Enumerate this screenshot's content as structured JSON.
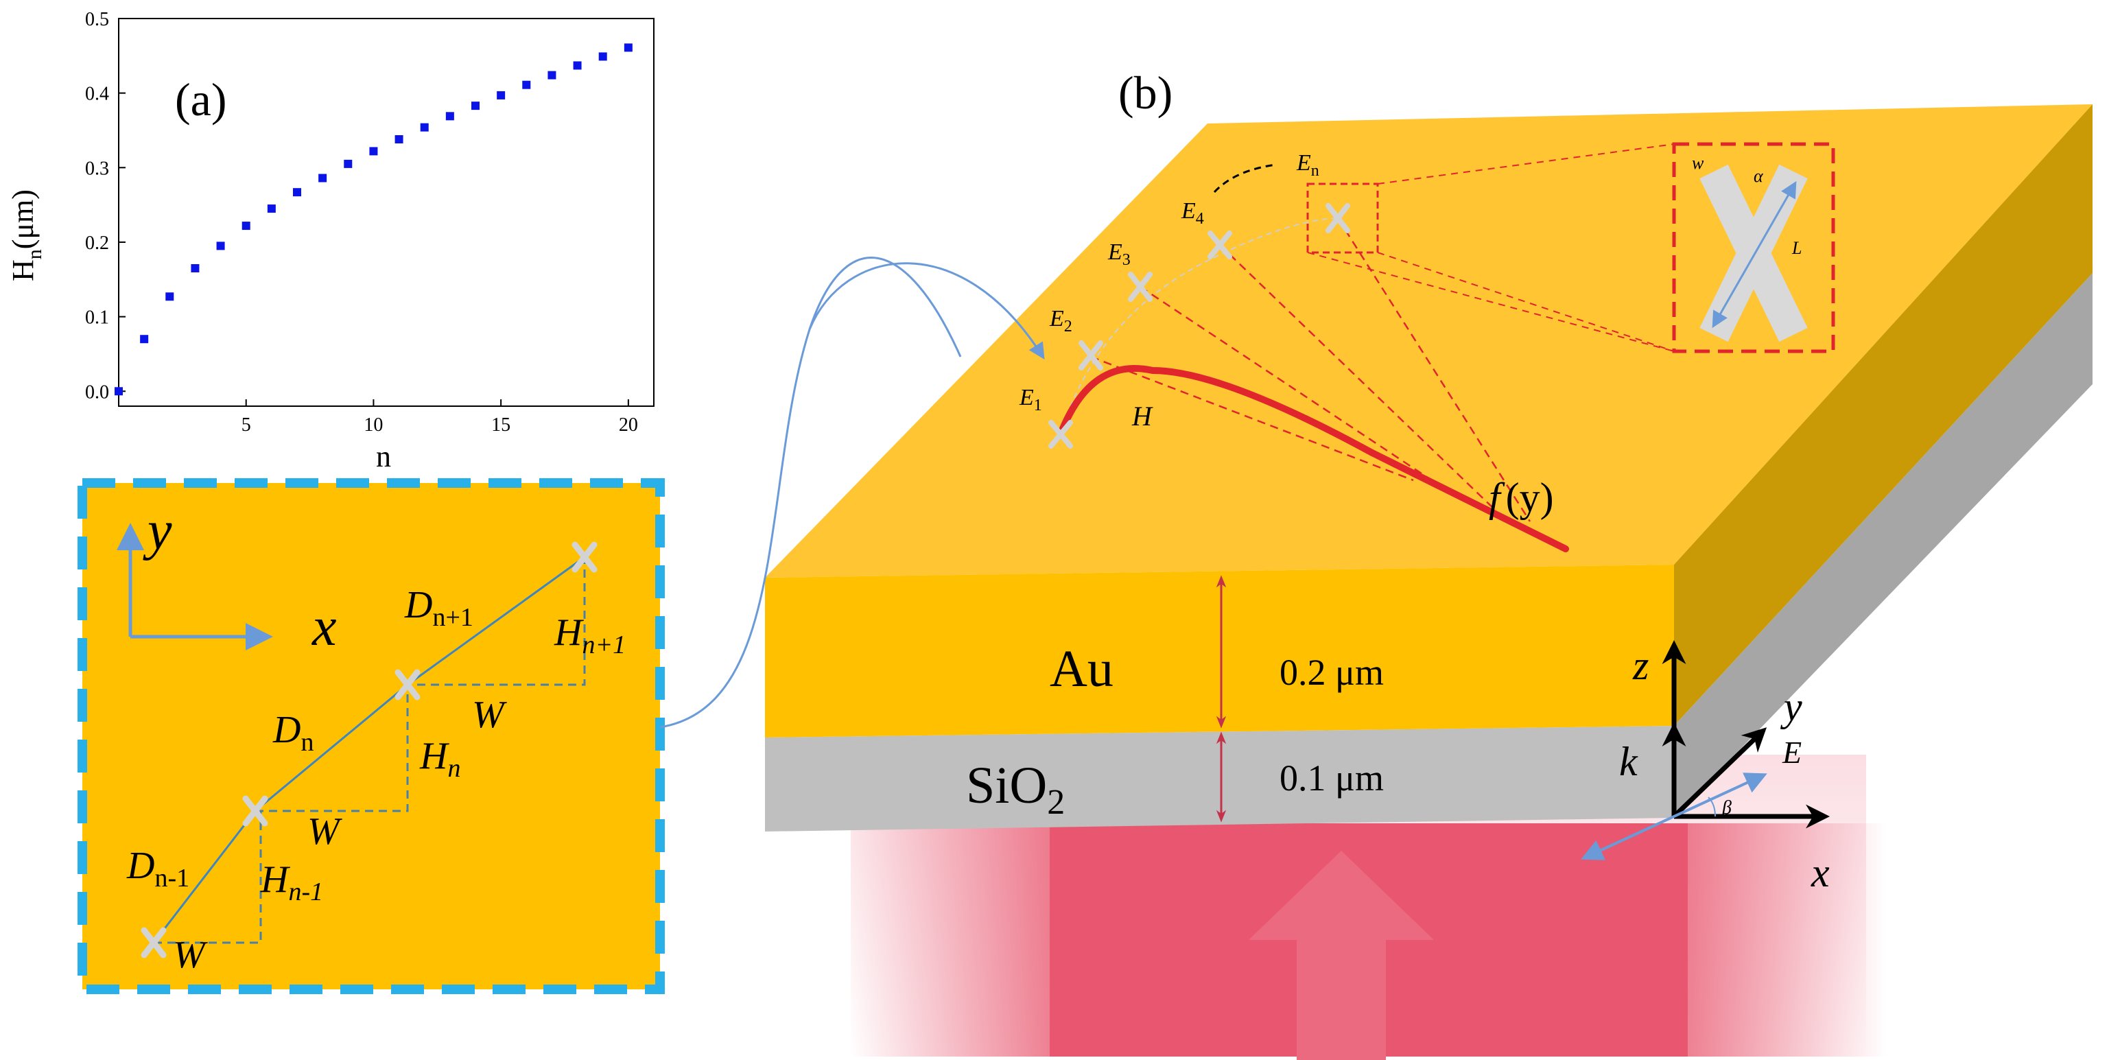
{
  "colors": {
    "gold_top": "#FFC533",
    "gold_front": "#FFC000",
    "gold_side": "#C99A06",
    "sio2_front": "#BFBFBF",
    "sio2_side": "#A6A6A6",
    "beam": "#E8576F",
    "curve_red": "#E0262C",
    "dashed_red": "#E0262C",
    "blue_arrow": "#6A9BD8",
    "cyan_border": "#29B0E8",
    "scatter_blue": "#0A14E6",
    "marker_gray": "#D3D3D3"
  },
  "panel_a": {
    "label": "(a)",
    "ylabel_main": "H",
    "ylabel_sub": "n",
    "ylabel_unit": "(μm)",
    "xlabel": "n"
  },
  "chart_data": {
    "type": "scatter",
    "x": [
      0,
      1,
      2,
      3,
      4,
      5,
      6,
      7,
      8,
      9,
      10,
      11,
      12,
      13,
      14,
      15,
      16,
      17,
      18,
      19,
      20
    ],
    "y": [
      0.0,
      0.07,
      0.127,
      0.165,
      0.195,
      0.222,
      0.245,
      0.267,
      0.286,
      0.305,
      0.322,
      0.338,
      0.354,
      0.369,
      0.383,
      0.397,
      0.411,
      0.424,
      0.437,
      0.449,
      0.461
    ],
    "xlim": [
      0,
      21
    ],
    "ylim": [
      -0.02,
      0.5
    ],
    "xticks": [
      "5",
      "10",
      "15",
      "20"
    ],
    "xtick_values": [
      5,
      10,
      15,
      20
    ],
    "yticks": [
      "0.0",
      "0.1",
      "0.2",
      "0.3",
      "0.4",
      "0.5"
    ],
    "ytick_values": [
      0.0,
      0.1,
      0.2,
      0.3,
      0.4,
      0.5
    ],
    "grid": false
  },
  "inset": {
    "y_axis": "y",
    "x_axis": "x",
    "D_n_plus_1": {
      "main": "D",
      "sub": "n+1"
    },
    "D_n": {
      "main": "D",
      "sub": "n"
    },
    "D_n_minus_1": {
      "main": "D",
      "sub": "n-1"
    },
    "H_n_plus_1": {
      "main": "H",
      "sub": "n+1"
    },
    "H_n": {
      "main": "H",
      "sub": "n"
    },
    "H_n_minus_1": {
      "main": "H",
      "sub": "n-1"
    },
    "W": "W"
  },
  "panel_b": {
    "label": "(b)",
    "au": "Au",
    "sio2_main": "SiO",
    "sio2_sub": "2",
    "au_thickness": "0.2 μm",
    "sio2_thickness": "0.1 μm",
    "f_main": "f",
    "f_arg": "(y)",
    "H": "H",
    "E1": {
      "main": "E",
      "sub": "1"
    },
    "E2": {
      "main": "E",
      "sub": "2"
    },
    "E3": {
      "main": "E",
      "sub": "3"
    },
    "E4": {
      "main": "E",
      "sub": "4"
    },
    "En": {
      "main": "E",
      "sub": "n"
    },
    "zoom_w": "w",
    "zoom_alpha": "α",
    "zoom_L": "L",
    "axis_z": "z",
    "axis_k": "k",
    "axis_y": "y",
    "axis_x": "x",
    "axis_E": "E",
    "axis_beta": "β"
  }
}
